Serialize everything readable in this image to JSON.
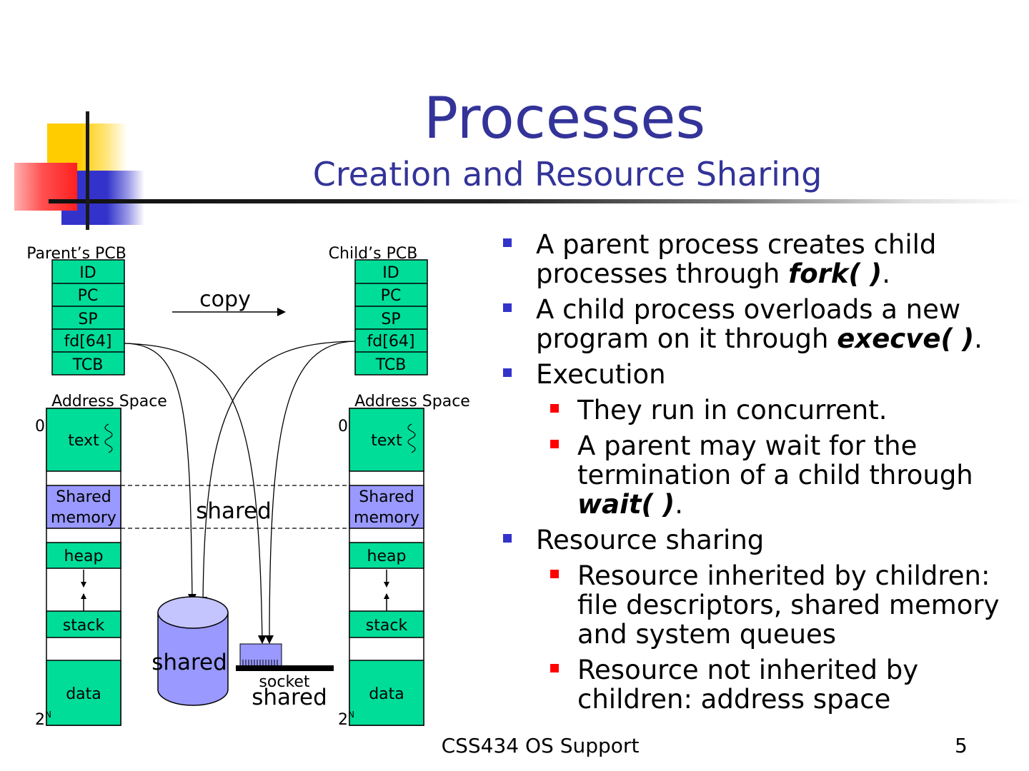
{
  "slide": {
    "title": "Processes",
    "subtitle": "Creation and Resource Sharing"
  },
  "colors": {
    "title": "#333399",
    "pcb_cell": "#00dd99",
    "shared": "#9999ff",
    "bullet_level1": "#3333cc",
    "bullet_level2": "#ff0000"
  },
  "diagram": {
    "parent_pcb_label": "Parent’s PCB",
    "child_pcb_label": "Child’s PCB",
    "pcb_fields": [
      "ID",
      "PC",
      "SP",
      "fd[64]",
      "TCB"
    ],
    "copy_label": "copy",
    "address_space_label": "Address Space",
    "addr_start": "0",
    "addr_end": "2",
    "addr_end_exp": "N",
    "segments": {
      "text": "text",
      "shared_line1": "Shared",
      "shared_line2": "memory",
      "heap": "heap",
      "stack": "stack",
      "data": "data"
    },
    "shared_memory_label": "shared",
    "file_label": "shared",
    "socket_label": "socket",
    "socket_shared_label": "shared"
  },
  "bullets": [
    {
      "level": 1,
      "parts": [
        {
          "t": "A parent process creates child processes through "
        },
        {
          "t": "fork( )",
          "em": true
        },
        {
          "t": "."
        }
      ]
    },
    {
      "level": 1,
      "parts": [
        {
          "t": "A child process overloads a new program on it through "
        },
        {
          "t": "execve( )",
          "em": true
        },
        {
          "t": "."
        }
      ]
    },
    {
      "level": 1,
      "parts": [
        {
          "t": "Execution"
        }
      ]
    },
    {
      "level": 2,
      "parts": [
        {
          "t": "They run in concurrent."
        }
      ]
    },
    {
      "level": 2,
      "parts": [
        {
          "t": "A parent may wait for the termination of a child through "
        },
        {
          "t": "wait( )",
          "em": true
        },
        {
          "t": "."
        }
      ]
    },
    {
      "level": 1,
      "parts": [
        {
          "t": "Resource sharing"
        }
      ]
    },
    {
      "level": 2,
      "parts": [
        {
          "t": "Resource inherited by children: file descriptors, shared memory and system queues"
        }
      ]
    },
    {
      "level": 2,
      "parts": [
        {
          "t": "Resource not inherited by children: address space"
        }
      ]
    }
  ],
  "footer": {
    "text": "CSS434 OS Support",
    "page": "5"
  }
}
